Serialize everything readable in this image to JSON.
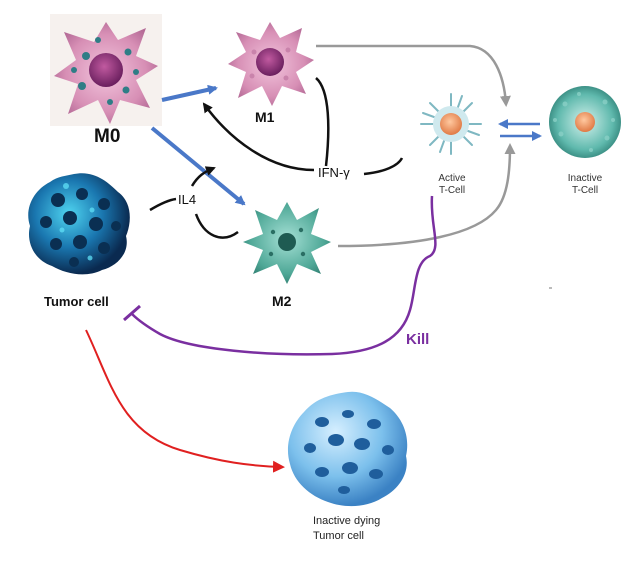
{
  "cells": {
    "m0": {
      "label": "M0"
    },
    "m1": {
      "label": "M1"
    },
    "m2": {
      "label": "M2"
    },
    "tumor": {
      "label": "Tumor cell"
    },
    "active_t": {
      "line1": "Active",
      "line2": "T-Cell"
    },
    "inactive_t": {
      "line1": "Inactive",
      "line2": "T-Cell"
    },
    "dying_tumor": {
      "line1": "Inactive dying",
      "line2": "Tumor cell"
    }
  },
  "signals": {
    "ifn": "IFN-γ",
    "il4": "IL4",
    "kill": "Kill"
  },
  "colors": {
    "blue_arrow": "#4a78c8",
    "black_arrow": "#111111",
    "gray_arrow": "#999999",
    "purple_inhibit": "#7a2fa0",
    "red_arrow": "#e02020",
    "tumor_dark": "#0d3b66",
    "tumor_light": "#44c7e8",
    "dying_tumor": "#5fa8e0",
    "macrophage_pink": "#d78fb5",
    "macrophage_teal": "#3f9a8c",
    "t_cell_core": "#f0a070"
  },
  "icons": [
    "m0-cell-icon",
    "m1-cell-icon",
    "m2-cell-icon",
    "tumor-cell-icon",
    "active-t-cell-icon",
    "inactive-t-cell-icon",
    "dying-tumor-cell-icon"
  ]
}
